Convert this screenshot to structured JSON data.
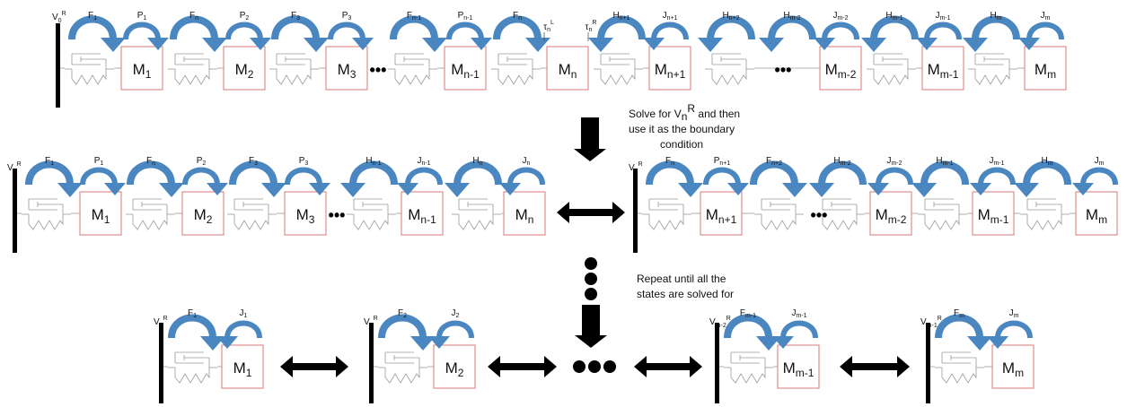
{
  "colors": {
    "arrow": "#4a86c0",
    "mass_border": "#d87a7a",
    "wall": "#000000",
    "connector": "#9a9a9a"
  },
  "row1": {
    "wall_label": "V0R",
    "masses": [
      {
        "main": "M",
        "sub": "1"
      },
      {
        "main": "M",
        "sub": "2"
      },
      {
        "main": "M",
        "sub": "3"
      },
      {
        "main": "M",
        "sub": "n-1"
      },
      {
        "main": "M",
        "sub": "n"
      },
      {
        "main": "M",
        "sub": "n+1"
      },
      {
        "main": "M",
        "sub": "m-2"
      },
      {
        "main": "M",
        "sub": "m-1"
      },
      {
        "main": "M",
        "sub": "m"
      }
    ],
    "ellipsis": [
      "•••",
      "•••"
    ],
    "arrow_labels": [
      {
        "main": "F",
        "sub": "1"
      },
      {
        "main": "P",
        "sub": "1"
      },
      {
        "main": "F",
        "sub": "n"
      },
      {
        "main": "P",
        "sub": "2"
      },
      {
        "main": "F",
        "sub": "3"
      },
      {
        "main": "P",
        "sub": "3"
      },
      {
        "main": "F",
        "sub": "n-1"
      },
      {
        "main": "P",
        "sub": "n-1"
      },
      {
        "main": "F",
        "sub": "n"
      },
      {
        "main": "H",
        "sub": "n+1"
      },
      {
        "main": "J",
        "sub": "n+1"
      },
      {
        "main": "H",
        "sub": "n+2"
      },
      {
        "main": "H",
        "sub": "m-2"
      },
      {
        "main": "J",
        "sub": "m-2"
      },
      {
        "main": "H",
        "sub": "m-1"
      },
      {
        "main": "J",
        "sub": "m-1"
      },
      {
        "main": "H",
        "sub": "m"
      },
      {
        "main": "J",
        "sub": "m"
      }
    ],
    "tau_left": {
      "main": "τ",
      "sub": "n",
      "sup": "L"
    },
    "tau_right": {
      "main": "τ",
      "sub": "n",
      "sup": "R"
    }
  },
  "note1": {
    "line1_pre": "Solve for V",
    "line1_sub": "n",
    "line1_sup": "R",
    "line1_post": " and then",
    "line2": "use it as the boundary",
    "line3": "condition"
  },
  "row2": {
    "left": {
      "wall_label": "V0R",
      "masses": [
        {
          "main": "M",
          "sub": "1"
        },
        {
          "main": "M",
          "sub": "2"
        },
        {
          "main": "M",
          "sub": "3"
        },
        {
          "main": "M",
          "sub": "n-1"
        },
        {
          "main": "M",
          "sub": "n"
        }
      ],
      "arrow_labels": [
        {
          "main": "F",
          "sub": "1"
        },
        {
          "main": "P",
          "sub": "1"
        },
        {
          "main": "F",
          "sub": "n"
        },
        {
          "main": "P",
          "sub": "2"
        },
        {
          "main": "F",
          "sub": "3"
        },
        {
          "main": "P",
          "sub": "3"
        },
        {
          "main": "H",
          "sub": "n-1"
        },
        {
          "main": "J",
          "sub": "n-1"
        },
        {
          "main": "H",
          "sub": "n"
        },
        {
          "main": "J",
          "sub": "n"
        }
      ]
    },
    "right": {
      "wall_label": "VnR",
      "masses": [
        {
          "main": "M",
          "sub": "n+1"
        },
        {
          "main": "M",
          "sub": "m-2"
        },
        {
          "main": "M",
          "sub": "m-1"
        },
        {
          "main": "M",
          "sub": "m"
        }
      ],
      "arrow_labels": [
        {
          "main": "F",
          "sub": "n"
        },
        {
          "main": "P",
          "sub": "n+1"
        },
        {
          "main": "F",
          "sub": "n+2"
        },
        {
          "main": "H",
          "sub": "m-2"
        },
        {
          "main": "J",
          "sub": "m-2"
        },
        {
          "main": "H",
          "sub": "m-1"
        },
        {
          "main": "J",
          "sub": "m-1"
        },
        {
          "main": "H",
          "sub": "m"
        },
        {
          "main": "J",
          "sub": "m"
        }
      ]
    }
  },
  "note2": {
    "line1": "Repeat until all the",
    "line2": "states are solved for"
  },
  "row3": [
    {
      "wall": "V0R",
      "mass": {
        "main": "M",
        "sub": "1"
      },
      "labels": [
        {
          "main": "F",
          "sub": "1"
        },
        {
          "main": "J",
          "sub": "1"
        }
      ]
    },
    {
      "wall": "V1R",
      "mass": {
        "main": "M",
        "sub": "2"
      },
      "labels": [
        {
          "main": "F",
          "sub": "2"
        },
        {
          "main": "J",
          "sub": "2"
        }
      ]
    },
    {
      "wall": "Vm-2R",
      "mass": {
        "main": "M",
        "sub": "m-1"
      },
      "labels": [
        {
          "main": "F",
          "sub": "m-1"
        },
        {
          "main": "J",
          "sub": "m-1"
        }
      ]
    },
    {
      "wall": "Vm-1R",
      "mass": {
        "main": "M",
        "sub": "m"
      },
      "labels": [
        {
          "main": "F",
          "sub": "m"
        },
        {
          "main": "J",
          "sub": "m"
        }
      ]
    }
  ]
}
